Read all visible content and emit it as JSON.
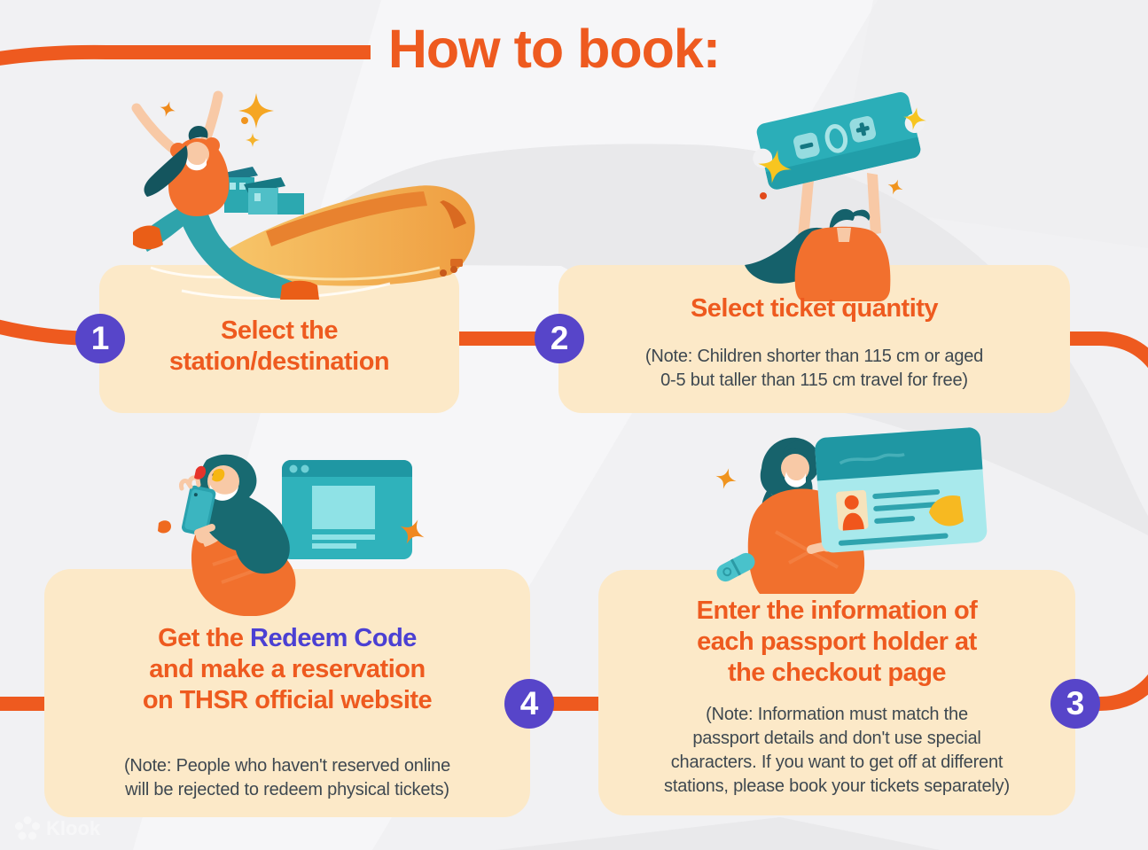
{
  "title": "How to book:",
  "watermark": "Klook",
  "colors": {
    "background": "#F1F1F3",
    "accent_orange": "#EE5A1F",
    "line_orange": "#EE5A1F",
    "card_background": "#FCE9C8",
    "circle_purple": "#5745C9",
    "redeem_purple": "#4B40D3",
    "note_text": "#3E4850",
    "teal": "#2BAEB8",
    "dark_teal": "#17636C",
    "shirt_orange": "#F2702E",
    "skin": "#F8C9A6"
  },
  "steps": [
    {
      "number": "1",
      "heading_lines": [
        "Select the",
        "station/destination"
      ],
      "note_lines": [],
      "illustration": "traveler-jumping-with-train"
    },
    {
      "number": "2",
      "heading_lines": [
        "Select ticket quantity"
      ],
      "note_lines": [
        "(Note: Children shorter than 115 cm or aged",
        "0-5 but taller than 115 cm travel for free)"
      ],
      "illustration": "person-holding-ticket"
    },
    {
      "number": "3",
      "heading_lines": [
        "Enter the information of",
        "each passport holder at",
        "the checkout page"
      ],
      "note_lines": [
        "(Note: Information must match the",
        "passport details and don't use special",
        "characters. If you want to get off at different",
        "stations, please book your tickets separately)"
      ],
      "illustration": "person-with-passport"
    },
    {
      "number": "4",
      "heading_prefix": "Get the ",
      "heading_highlight": "Redeem Code",
      "heading_lines": [
        "and make a reservation",
        "on THSR official website"
      ],
      "note_lines": [
        "(Note: People who haven't reserved online",
        "will be rejected to redeem physical tickets)"
      ],
      "illustration": "person-with-phone-and-browser"
    }
  ]
}
